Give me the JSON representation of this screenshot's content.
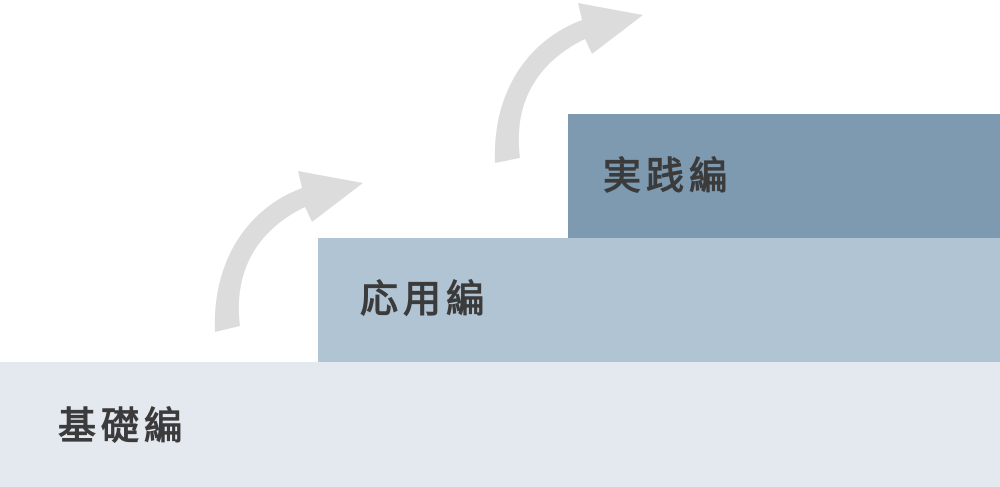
{
  "steps": [
    {
      "label": "基礎編",
      "color": "#e4e8ef"
    },
    {
      "label": "応用編",
      "color": "#b1c4d3"
    },
    {
      "label": "実践編",
      "color": "#7d9ab1"
    }
  ],
  "arrow_color": "#dcdcdc",
  "text_color": "#3b3b3b"
}
